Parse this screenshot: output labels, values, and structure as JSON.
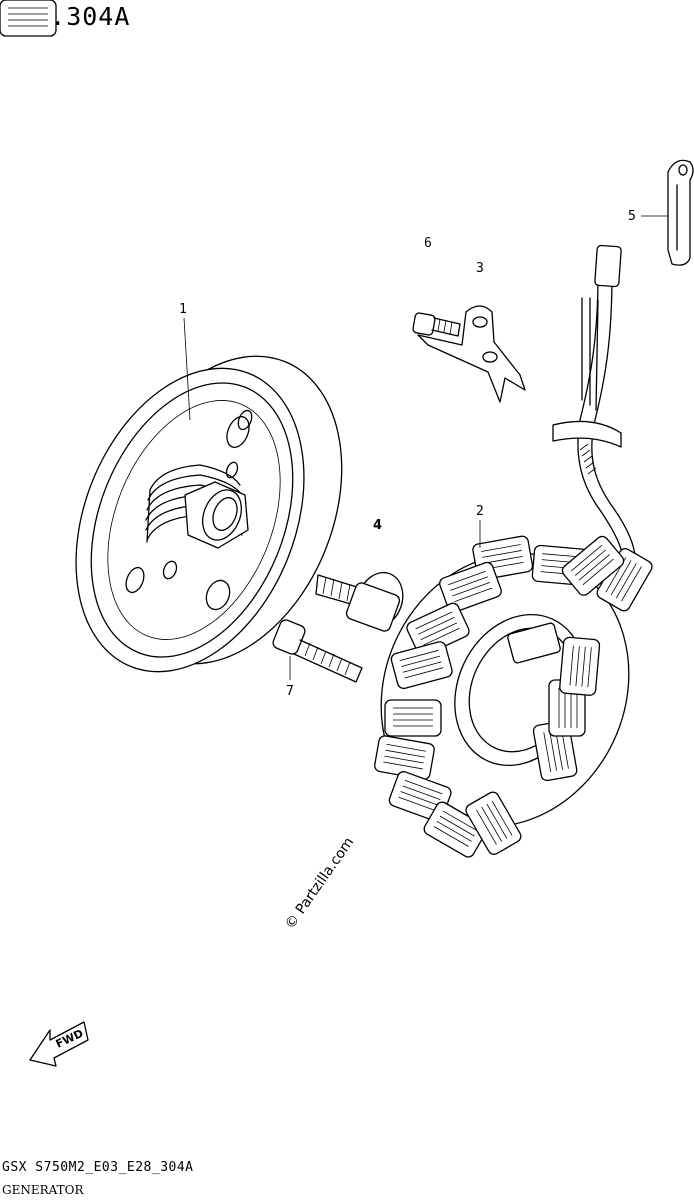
{
  "figure": {
    "title": "FIG.304A",
    "code": "GSX S750M2_E03_E28_304A",
    "name": "GENERATOR"
  },
  "callouts": [
    {
      "id": "1",
      "label": "1"
    },
    {
      "id": "2",
      "label": "2"
    },
    {
      "id": "3",
      "label": "3"
    },
    {
      "id": "4",
      "label": "4"
    },
    {
      "id": "5",
      "label": "5"
    },
    {
      "id": "6",
      "label": "6"
    },
    {
      "id": "7",
      "label": "7"
    }
  ],
  "watermark": "© Partzilla.com",
  "fwd_label": "FWD",
  "icons": {
    "rotor": "flywheel-rotor-icon",
    "stator": "stator-coil-icon",
    "bolt": "bolt-icon",
    "washer": "washer-icon",
    "clamp": "clamp-icon",
    "bracket": "bracket-icon",
    "fwd": "fwd-arrow-icon"
  }
}
